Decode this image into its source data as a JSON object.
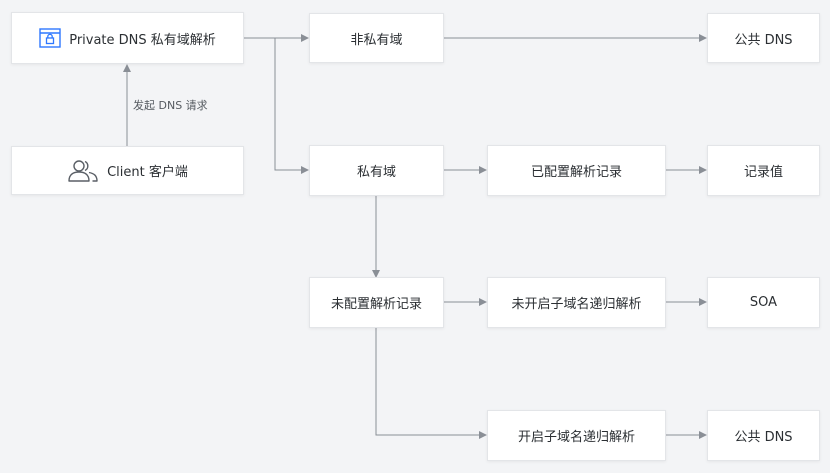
{
  "diagram": {
    "nodes": {
      "private_dns": "Private DNS 私有域解析",
      "client": "Client 客户端",
      "non_private_domain": "非私有域",
      "public_dns_top": "公共 DNS",
      "private_domain": "私有域",
      "configured_record": "已配置解析记录",
      "record_value": "记录值",
      "unconfigured_record": "未配置解析记录",
      "subdomain_recursion_off": "未开启子域名递归解析",
      "soa": "SOA",
      "subdomain_recursion_on": "开启子域名递归解析",
      "public_dns_bottom": "公共 DNS"
    },
    "edges": {
      "client_to_private_dns_label": "发起 DNS 请求"
    },
    "colors": {
      "background": "#f3f4f6",
      "node_fill": "#ffffff",
      "node_border": "#e3e5e8",
      "connector": "#8a8f96",
      "icon_accent": "#2f78ff",
      "icon_neutral": "#5a5f66"
    },
    "icons": {
      "private_dns": "browser-lock-icon",
      "client": "users-icon"
    }
  }
}
